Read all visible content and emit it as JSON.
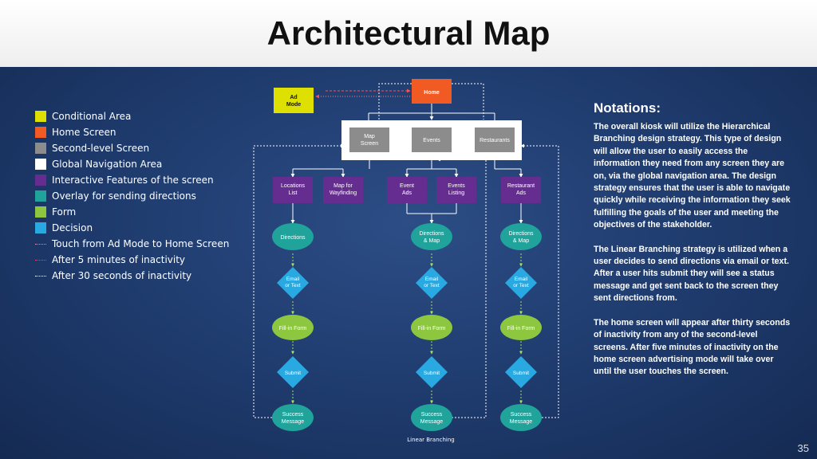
{
  "title": "Architectural Map",
  "legend": [
    {
      "label": "Conditional Area",
      "color": "#dde000",
      "kind": "box"
    },
    {
      "label": "Home Screen",
      "color": "#f15a22",
      "kind": "box"
    },
    {
      "label": "Second-level Screen",
      "color": "#8c8c8c",
      "kind": "box"
    },
    {
      "label": "Global Navigation Area",
      "color": "#ffffff",
      "kind": "box"
    },
    {
      "label": "Interactive Features of the screen",
      "color": "#662d91",
      "kind": "box"
    },
    {
      "label": "Overlay for sending directions",
      "color": "#1fa39a",
      "kind": "box"
    },
    {
      "label": "Form",
      "color": "#8dc63f",
      "kind": "box"
    },
    {
      "label": "Decision",
      "color": "#29a9e1",
      "kind": "box"
    },
    {
      "label": "Touch from Ad Mode to Home Screen",
      "color": "#ff8080",
      "kind": "line"
    },
    {
      "label": "After 5 minutes of inactivity",
      "color": "#ff4040",
      "kind": "line"
    },
    {
      "label": "After 30 seconds of inactivity",
      "color": "#ffffff",
      "kind": "line"
    }
  ],
  "notation": {
    "heading": "Notations:",
    "paragraphs": [
      "The overall kiosk will utilize the Hierarchical Branching design strategy. This type of design will allow the user to easily access the information they need from any screen they are on, via the global navigation area. The design strategy ensures that the user is able to navigate  quickly while receiving the information they seek fulfilling the goals of the user and meeting the objectives of the stakeholder.",
      "The Linear Branching strategy is utilized when a user decides to send directions via email or text. After a user hits submit they will see a status message and get sent back to the screen they sent directions from.",
      "The home screen will appear after thirty seconds of inactivity from any of the second-level screens. After five minutes of inactivity on the home screen advertising mode will take over until the user touches the screen."
    ]
  },
  "nodes": {
    "home": "Home",
    "ad_mode": "Ad Mode",
    "map_screen": "Map Screen",
    "events": "Events",
    "restaurants": "Restaurants",
    "locations_list": "Locations List",
    "map_wayfinding": "Map for Wayfinding",
    "event_ads": "Event Ads",
    "events_listing": "Events Listing",
    "restaurant_ads": "Restaurant Ads",
    "directions_1": "Directions",
    "directions_2": "Directions & Map",
    "directions_3": "Directions & Map",
    "email_1": "Email or Text",
    "email_2": "Email or Text",
    "email_3": "Email or Text",
    "form_1": "Fill-in Form",
    "form_2": "Fill-in Form",
    "form_3": "Fill-in Form",
    "submit_1": "Submit",
    "submit_2": "Submit",
    "submit_3": "Submit",
    "success_1": "Success Message",
    "success_2": "Success Message",
    "success_3": "Success Message"
  },
  "colors": {
    "conditional": "#dde000",
    "home": "#f15a22",
    "second_level": "#8c8c8c",
    "global_nav": "#ffffff",
    "interactive": "#662d91",
    "overlay": "#1fa39a",
    "form": "#8dc63f",
    "decision": "#29a9e1"
  },
  "footer_label": "Linear Branching",
  "page_number": "35"
}
